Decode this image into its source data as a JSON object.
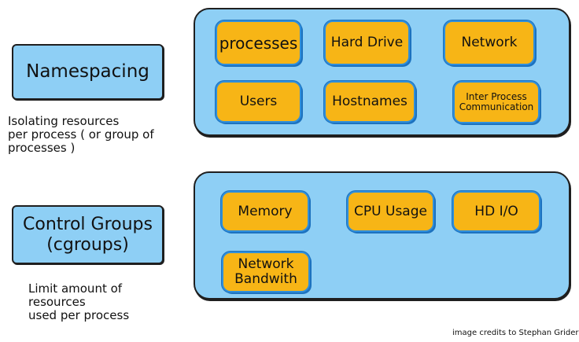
{
  "namespacing": {
    "title": "Namespacing",
    "description": "Isolating resources\nper process ( or group of\n processes )",
    "items": [
      "processes",
      "Hard Drive",
      "Network",
      "Users",
      "Hostnames",
      "Inter Process\nCommunication"
    ]
  },
  "cgroups": {
    "title": "Control Groups\n (cgroups)",
    "description": "Limit amount of\nresources\nused per process",
    "items": [
      "Memory",
      "CPU Usage",
      "HD I/O",
      "Network\nBandwith"
    ]
  },
  "credit": "image credits to Stephan Grider",
  "colors": {
    "panel": "#8ecff5",
    "chip": "#f7b516",
    "chip_border": "#2f8fdc"
  }
}
